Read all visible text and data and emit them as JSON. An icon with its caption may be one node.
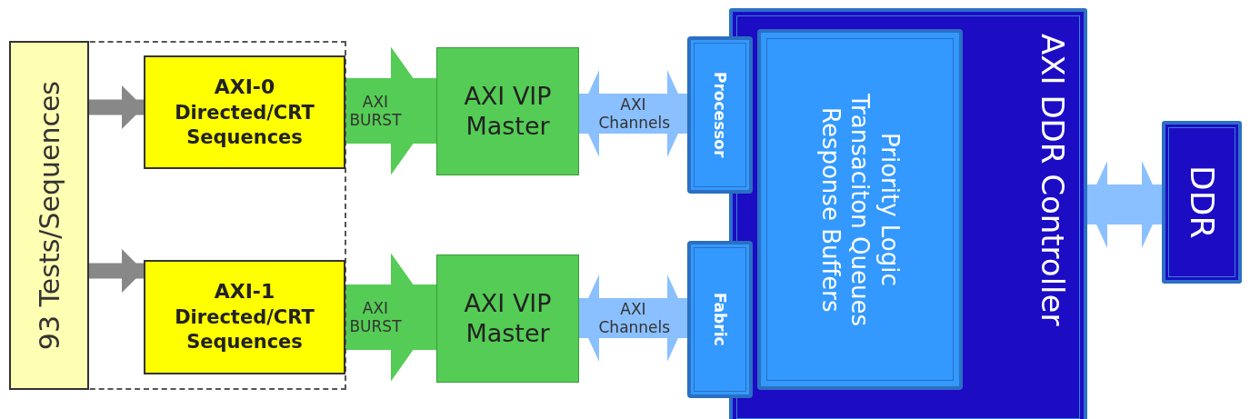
{
  "diagram": {
    "nodes": [
      {
        "text": [],
        "shape": "box"
      },
      {
        "text": [
          "93 Tests/Sequences"
        ],
        "in": 0
      },
      {
        "text": [
          "AXI-0",
          "Directed/CRT Sequences"
        ],
        "in": 0
      },
      {
        "text": [
          "AXI-1",
          "Directed/CRT Sequences"
        ],
        "in": 0
      },
      {
        "text": [
          "AXI VIP Master"
        ]
      },
      {
        "text": [
          "AXI VIP Master"
        ]
      },
      {
        "text": [
          "Processor"
        ]
      },
      {
        "text": [
          "Fabric"
        ]
      },
      {
        "text": [
          "AXI DDR Controller"
        ]
      },
      {
        "text": [
          "Priority Logic",
          "Transaciton Queues",
          "Response Buffers"
        ],
        "in": 8
      },
      {
        "text": [
          "DDR"
        ]
      }
    ],
    "edges": [
      {
        "from": 1,
        "to": 2,
        "arrow": "to",
        "color": "#888888"
      },
      {
        "from": 1,
        "to": 3,
        "arrow": "to",
        "color": "#888888"
      },
      {
        "from": 2,
        "to": 4,
        "arrow": "to",
        "label": "AXI BURST",
        "color": "#55cc55"
      },
      {
        "from": 3,
        "to": 5,
        "arrow": "to",
        "label": "AXI BURST",
        "color": "#55cc55"
      },
      {
        "from": 4,
        "to": 6,
        "arrow": "both",
        "label": "AXI Channels"
      },
      {
        "from": 5,
        "to": 7,
        "arrow": "both",
        "label": "AXI Channels"
      },
      {
        "from": 8,
        "to": 10,
        "arrow": "both"
      }
    ]
  }
}
